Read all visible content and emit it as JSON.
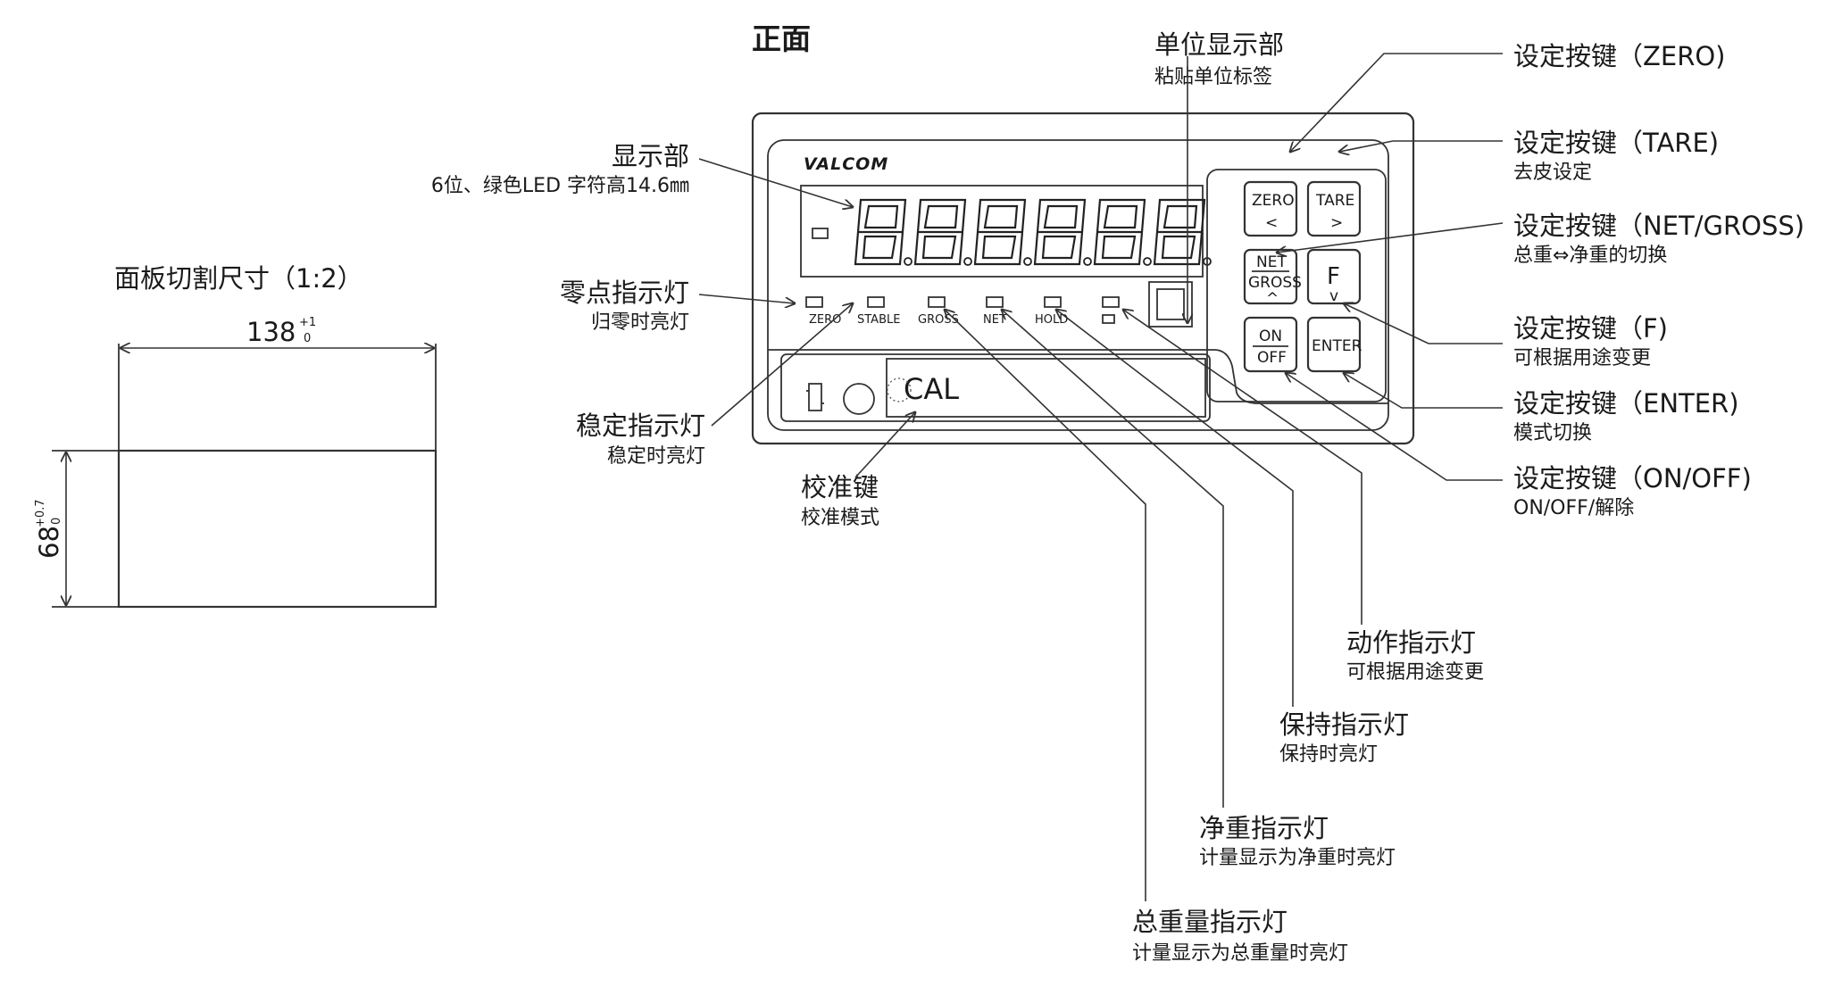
{
  "front_title": "正面",
  "cutout": {
    "title": "面板切割尺寸（1:2）",
    "width_base": "138",
    "width_upper": "+1",
    "width_lower": "0",
    "height_base": "68",
    "height_upper": "+0.7",
    "height_lower": "0"
  },
  "panel": {
    "brand": "VALCOM",
    "cal_label": "CAL",
    "indicators": [
      "ZERO",
      "STABLE",
      "GROSS",
      "NET",
      "HOLD"
    ],
    "keys": {
      "zero": "ZERO",
      "zero_glyph": "<",
      "tare": "TARE",
      "tare_glyph": ">",
      "net": "NET",
      "gross": "GROSS",
      "net_glyph": "^",
      "f": "F",
      "f_glyph": "v",
      "on": "ON",
      "off": "OFF",
      "enter": "ENTER"
    }
  },
  "callouts": {
    "unit_display": {
      "title": "单位显示部",
      "sub": "粘贴单位标签"
    },
    "display": {
      "title": "显示部",
      "sub": "6位、绿色LED 字符高14.6㎜"
    },
    "zero_lamp": {
      "title": "零点指示灯",
      "sub": "归零时亮灯"
    },
    "stable_lamp": {
      "title": "稳定指示灯",
      "sub": "稳定时亮灯"
    },
    "cal_key": {
      "title": "校准键",
      "sub": "校准模式"
    },
    "key_zero": {
      "title": "设定按键（ZERO)",
      "sub": ""
    },
    "key_tare": {
      "title": "设定按键（TARE)",
      "sub": "去皮设定"
    },
    "key_net_gross": {
      "title": "设定按键（NET/GROSS)",
      "sub": "总重⇔净重的切换"
    },
    "key_f": {
      "title": "设定按键（F)",
      "sub": "可根据用途变更"
    },
    "key_enter": {
      "title": "设定按键（ENTER)",
      "sub": "模式切换"
    },
    "key_onoff": {
      "title": "设定按键（ON/OFF)",
      "sub": "ON/OFF/解除"
    },
    "action_lamp": {
      "title": "动作指示灯",
      "sub": "可根据用途变更"
    },
    "hold_lamp": {
      "title": "保持指示灯",
      "sub": "保持时亮灯"
    },
    "net_lamp": {
      "title": "净重指示灯",
      "sub": "计量显示为净重时亮灯"
    },
    "gross_lamp": {
      "title": "总重量指示灯",
      "sub": "计量显示为总重量时亮灯"
    }
  }
}
